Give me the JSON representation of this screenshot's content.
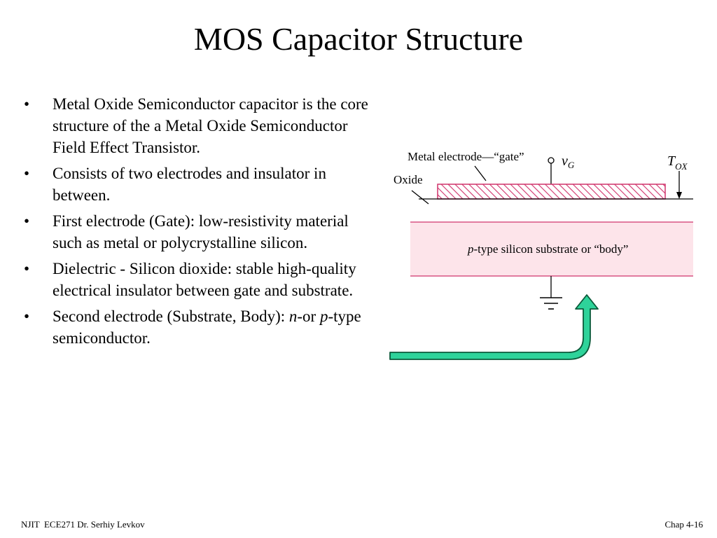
{
  "slide": {
    "title": "MOS Capacitor Structure",
    "bullets": [
      {
        "parts": [
          {
            "text": "Metal Oxide Semiconductor capacitor is the core structure of the a Metal Oxide Semiconductor Field Effect Transistor."
          }
        ]
      },
      {
        "parts": [
          {
            "text": "Consists of two electrodes and insulator in between."
          }
        ]
      },
      {
        "parts": [
          {
            "text": "First electrode (Gate): low-resistivity material such as metal or polycrystalline silicon."
          }
        ]
      },
      {
        "parts": [
          {
            "text": "Dielectric - Silicon dioxide: stable high-quality electrical insulator between gate and substrate."
          }
        ]
      },
      {
        "parts": [
          {
            "text": "Second electrode (Substrate, Body): "
          },
          {
            "text": "n",
            "italic": true
          },
          {
            "text": "-or "
          },
          {
            "text": "p",
            "italic": true
          },
          {
            "text": "-type semiconductor."
          }
        ]
      }
    ],
    "bullet_char": "•"
  },
  "diagram": {
    "gate_label": "Metal electrode—“gate”",
    "oxide_label": "Oxide",
    "vg_symbol": "v",
    "vg_subscript": "G",
    "tox_symbol": "T",
    "tox_subscript": "OX",
    "substrate_prefix": "p",
    "substrate_label": "-type silicon substrate or “body”",
    "colors": {
      "hatch": "#d0336c",
      "substrate_fill": "#fde4ea",
      "substrate_line": "#d0336c",
      "arrow_fill": "#2ed39a",
      "arrow_stroke": "#0b5a3a"
    }
  },
  "footer": {
    "left": "NJIT  ECE271 Dr. Serhiy Levkov",
    "right": "Chap 4-16"
  }
}
